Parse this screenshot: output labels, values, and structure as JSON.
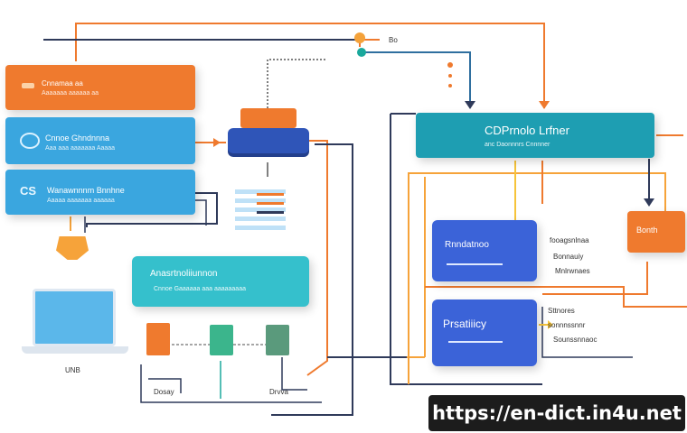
{
  "left_boxes": [
    {
      "title": "Cnnamaa aa",
      "sub": "Aaaaaaa aaaaaa aa"
    },
    {
      "title": "Cnnoe Ghndnnna",
      "sub": "Aaa aaa aaaaaaa Aaaaa"
    },
    {
      "title": "Wanawnnnm Bnnhne",
      "sub": "Aaaaa aaaaaaa aaaaaa"
    }
  ],
  "left_icon_labels": [
    "CS"
  ],
  "mid_box": {
    "title": "Anasrtnoliiunnon",
    "sub": "Cnnoe Gaaaaaa aaa aaaaaaaaa"
  },
  "laptop_label": "UNB",
  "top_marker_label": "Bo",
  "main_header": {
    "title": "CDPrnolo Lrfner",
    "sub": "anc Daonnnrs Cnnnner"
  },
  "right_orange": {
    "title": "Bonth"
  },
  "right_blocks": [
    {
      "title": "Rnndatnoo",
      "labels": [
        "fooagsnlnaa",
        "Bonnauiy",
        "Mnlrwnaes"
      ]
    },
    {
      "title": "Prsatiiicy",
      "labels": [
        "Sttnores",
        "sonnnssnnr",
        "Sounssnnaoc"
      ]
    }
  ],
  "bottom_labels": [
    "Dosay",
    "Drvva"
  ],
  "watermark": "https://en-dict.in4u.net",
  "colors": {
    "orange": "#ef7a2e",
    "blue": "#3aa6df",
    "teal": "#1e9eb2",
    "indigo": "#3b63d8",
    "navy": "#2f3a5a"
  }
}
